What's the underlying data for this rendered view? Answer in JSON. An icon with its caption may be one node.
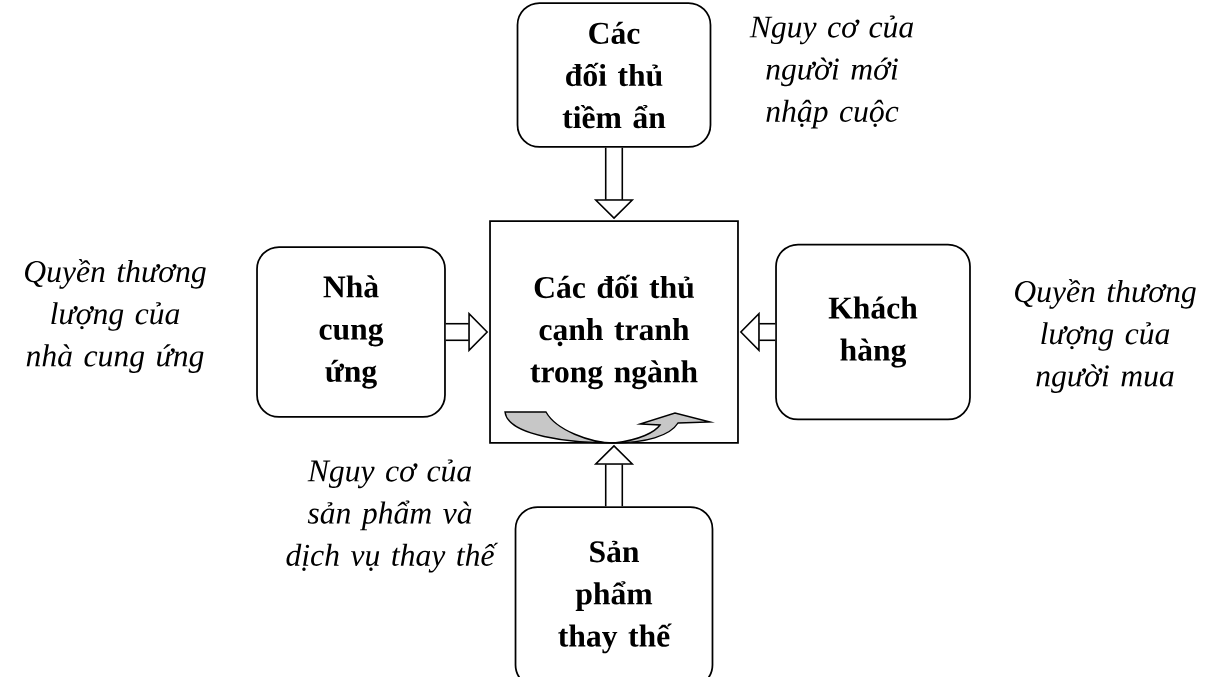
{
  "diagram": {
    "nodes": [
      {
        "text": [
          "Các đối thủ tiềm ẩn"
        ],
        "beside": [
          "Nguy cơ của người mới nhập cuộc"
        ]
      },
      {
        "text": [
          "Nhà cung ứng"
        ],
        "beside": [
          "Quyền thương lượng của nhà cung ứng"
        ]
      },
      {
        "text": [
          "Các đối thủ cạnh tranh trong ngành"
        ]
      },
      {
        "text": [
          "Khách hàng"
        ],
        "beside": [
          "Quyền thương lượng của người mua"
        ]
      },
      {
        "text": [
          "Sản phẩm thay thế"
        ],
        "beside": [
          "Nguy cơ của sản phẩm và dịch vụ thay thế"
        ]
      }
    ],
    "edges": [
      {
        "from": 0,
        "to": 2,
        "arrow": "to"
      },
      {
        "from": 1,
        "to": 2,
        "arrow": "to"
      },
      {
        "from": 3,
        "to": 2,
        "arrow": "to"
      },
      {
        "from": 4,
        "to": 2,
        "arrow": "to"
      }
    ]
  }
}
